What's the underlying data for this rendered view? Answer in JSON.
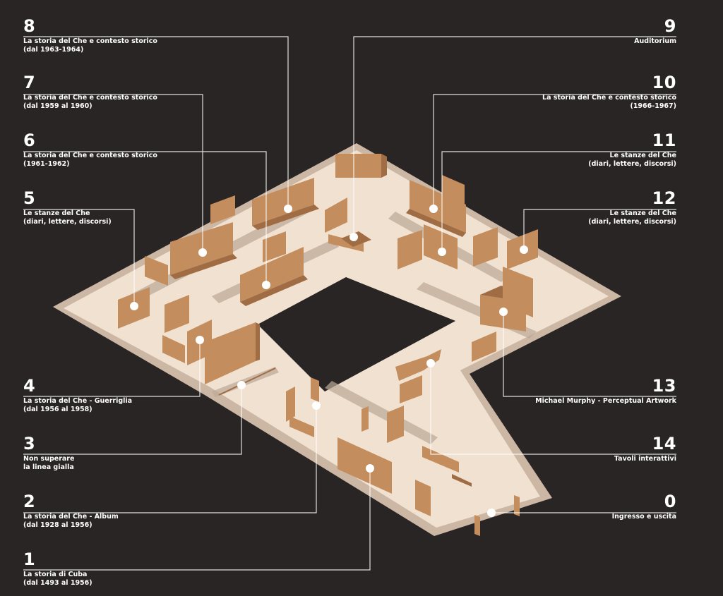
{
  "labels": [
    {
      "num": "8",
      "line1": "La storia del Che e contesto storico",
      "line2": "(dal 1963-1964)"
    },
    {
      "num": "7",
      "line1": "La storia del Che e contesto storico",
      "line2": "(dal 1959 al 1960)"
    },
    {
      "num": "6",
      "line1": "La storia del Che e contesto storico",
      "line2": "(1961-1962)"
    },
    {
      "num": "5",
      "line1": "Le stanze del Che",
      "line2": "(diari, lettere, discorsi)"
    },
    {
      "num": "4",
      "line1": "La storia del Che - Guerriglia",
      "line2": "(dal 1956 al 1958)"
    },
    {
      "num": "3",
      "line1": "Non superare",
      "line2": "la linea gialla"
    },
    {
      "num": "2",
      "line1": "La storia del Che - Album",
      "line2": "(dal 1928 al 1956)"
    },
    {
      "num": "1",
      "line1": "La storia di Cuba",
      "line2": "(dal 1493 al 1956)"
    },
    {
      "num": "9",
      "line1": "Auditorium",
      "line2": ""
    },
    {
      "num": "10",
      "line1": "La storia del Che e contesto storico",
      "line2": "(1966-1967)"
    },
    {
      "num": "11",
      "line1": "Le stanze del Che",
      "line2": "(diari, lettere, discorsi)"
    },
    {
      "num": "12",
      "line1": "Le stanze del Che",
      "line2": "(diari, lettere, discorsi)"
    },
    {
      "num": "13",
      "line1": "Michael Murphy - Perceptual Artwork",
      "line2": ""
    },
    {
      "num": "14",
      "line1": "Tavoli interattivi",
      "line2": ""
    },
    {
      "num": "0",
      "line1": "Ingresso e uscita",
      "line2": ""
    }
  ],
  "colors": {
    "background": "#2a2525",
    "floor": "#f1e1d0",
    "floor_edge": "#cbb7a3",
    "wall": "#c48d5d",
    "wall_dark": "#a06c44",
    "shadow": "#a79585",
    "leader": "#ffffff"
  }
}
